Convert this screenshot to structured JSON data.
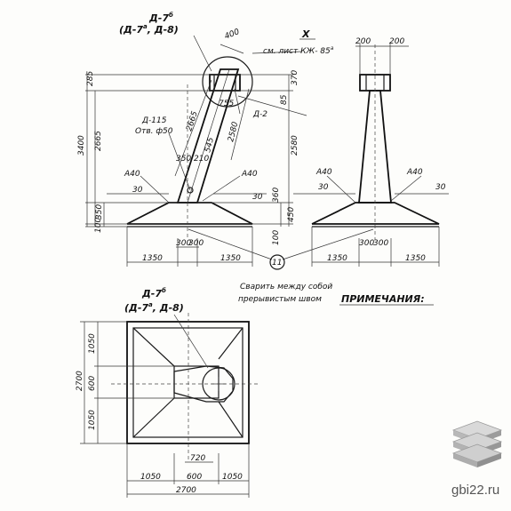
{
  "labels": {
    "d7b_top": "Д-7",
    "d7b_top_sup": "б",
    "d7_alt_top": "(Д-7",
    "d7_alt_top_sup": "а",
    "d7_alt_top_rest": ", Д-8)",
    "see_sheet": "см. лист КЖ- 85",
    "see_sheet_sup": "а",
    "node_mark": "X",
    "d115": "Д-115",
    "hole": "Отв. ф50",
    "d2": "Д-2",
    "a40_left1": "A40",
    "a40_right1": "A40",
    "a40_left2": "A40",
    "a40_right2": "A40",
    "circle_11": "11",
    "weld_note_1": "Сварить между собой",
    "weld_note_2": "прерывистым швом",
    "notes_title": "ПРИМЕЧАНИЯ:",
    "d7b_plan": "Д-7",
    "d7b_plan_sup": "б",
    "d7_alt_plan": "(Д-7",
    "d7_alt_plan_sup": "а",
    "d7_alt_plan_rest": ", Д-8)"
  },
  "dims": {
    "d400": "400",
    "d200a": "200",
    "d200b": "200",
    "d285": "285",
    "d370": "370",
    "d3400": "3400",
    "d2665v": "2665",
    "d2665s": "2665",
    "d755": "755",
    "d2580s": "2580",
    "d2580v": "2580",
    "d85": "85",
    "d350s": "350",
    "d210": "210",
    "d545": "545",
    "d30a": "30",
    "d30b": "30",
    "d30c": "30",
    "d30d": "30",
    "d350": "350",
    "d360": "360",
    "d450": "450",
    "d100a": "100",
    "d100b": "100",
    "d300a": "300",
    "d300b": "300",
    "d300c": "300",
    "d300d": "300",
    "d1350a": "1350",
    "d1350b": "1350",
    "d1350c": "1350",
    "d1350d": "1350",
    "p1050a": "1050",
    "p600": "600",
    "p1050b": "1050",
    "p2700v": "2700",
    "p720": "720",
    "p1050c": "1050",
    "p600h": "600",
    "p1050d": "1050",
    "p2700h": "2700"
  },
  "watermark": "gbi22.ru"
}
